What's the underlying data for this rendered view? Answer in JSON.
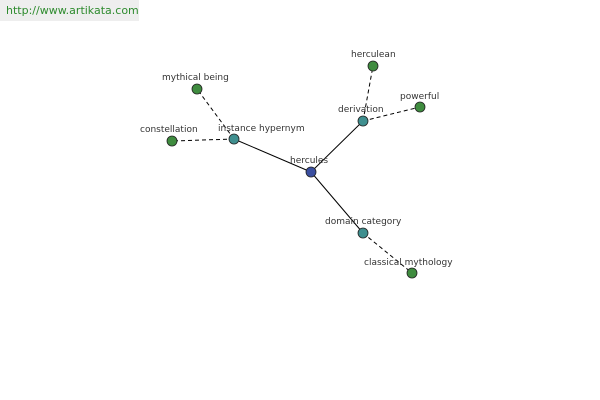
{
  "header": {
    "url": "http://www.artikata.com"
  },
  "colors": {
    "center_node": "#3a4fa0",
    "relation_node": "#3f8f8f",
    "leaf_node": "#3f8c3f",
    "solid_edge": "#000000",
    "dashed_edge": "#000000"
  },
  "graph": {
    "center": {
      "id": "herculas",
      "label": "hercules"
    },
    "relations": [
      {
        "id": "instance-hypernym",
        "label": "instance hypernym"
      },
      {
        "id": "derivation",
        "label": "derivation"
      },
      {
        "id": "domain-category",
        "label": "domain category"
      }
    ],
    "leaves": [
      {
        "id": "mythical-being",
        "label": "mythical being",
        "relation": "instance-hypernym"
      },
      {
        "id": "constellation",
        "label": "constellation",
        "relation": "instance-hypernym"
      },
      {
        "id": "herculean",
        "label": "herculean",
        "relation": "derivation"
      },
      {
        "id": "powerful",
        "label": "powerful",
        "relation": "derivation"
      },
      {
        "id": "classical-mythology",
        "label": "classical mythology",
        "relation": "domain-category"
      }
    ]
  }
}
